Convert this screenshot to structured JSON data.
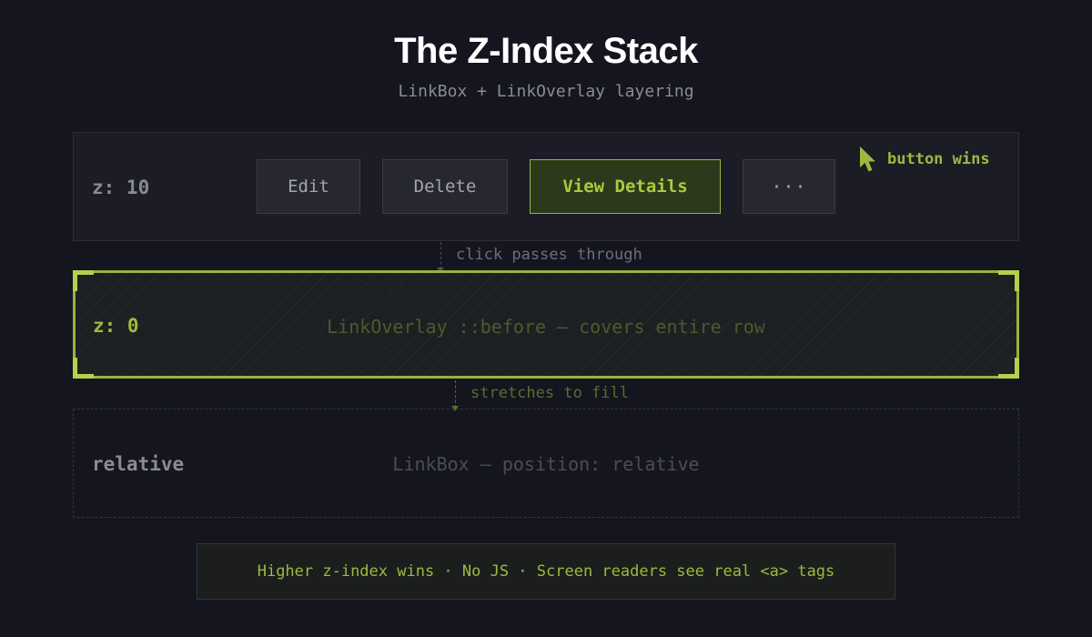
{
  "header": {
    "title": "The Z-Index Stack",
    "subtitle": "LinkBox + LinkOverlay layering"
  },
  "layers": {
    "top": {
      "label": "z: 10",
      "buttons": {
        "edit": "Edit",
        "delete": "Delete",
        "view_details": "View Details",
        "more": "···"
      },
      "annotation": "button wins",
      "annotation_icon": "cursor-arrow-icon"
    },
    "middle": {
      "label": "z: 0",
      "text": "LinkOverlay ::before — covers entire row"
    },
    "bottom": {
      "label": "relative",
      "text": "LinkBox — position: relative"
    }
  },
  "connectors": {
    "top_to_middle": "click passes through",
    "middle_to_bottom": "stretches to fill"
  },
  "footer": {
    "text": "Higher z-index wins · No JS · Screen readers see real <a> tags"
  },
  "colors": {
    "background": "#14151f",
    "accent": "#9cba3d",
    "accent_border": "#97b43a",
    "muted_text": "#8a8b95"
  }
}
